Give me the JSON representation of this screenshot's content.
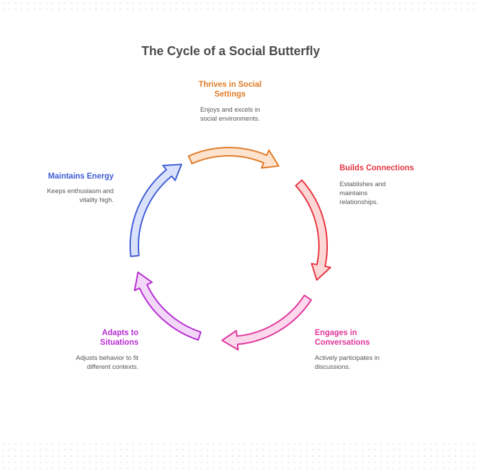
{
  "title": "The Cycle of a Social Butterfly",
  "steps": [
    {
      "label": "Thrives in Social Settings",
      "label_lines": [
        "Thrives in Social",
        "Settings"
      ],
      "desc_lines": [
        "Enjoys and excels in",
        "social environments."
      ],
      "color": "#e07b28",
      "fill": "#fde3cd"
    },
    {
      "label": "Builds Connections",
      "label_lines": [
        "Builds Connections"
      ],
      "desc_lines": [
        "Establishes and",
        "maintains",
        "relationships."
      ],
      "color": "#e8333f",
      "fill": "#fdd6d6"
    },
    {
      "label": "Engages in Conversations",
      "label_lines": [
        "Engages in",
        "Conversations"
      ],
      "desc_lines": [
        "Actively participates in",
        "discussions."
      ],
      "color": "#e0349a",
      "fill": "#fcd8ec"
    },
    {
      "label": "Adapts to Situations",
      "label_lines": [
        "Adapts to",
        "Situations"
      ],
      "desc_lines": [
        "Adjusts behavior to fit",
        "different contexts."
      ],
      "color": "#b82ad4",
      "fill": "#f2d7f8"
    },
    {
      "label": "Maintains Energy",
      "label_lines": [
        "Maintains Energy"
      ],
      "desc_lines": [
        "Keeps enthusiasm and",
        "vitality high."
      ],
      "color": "#3f5cd6",
      "fill": "#d9e1fb"
    }
  ]
}
